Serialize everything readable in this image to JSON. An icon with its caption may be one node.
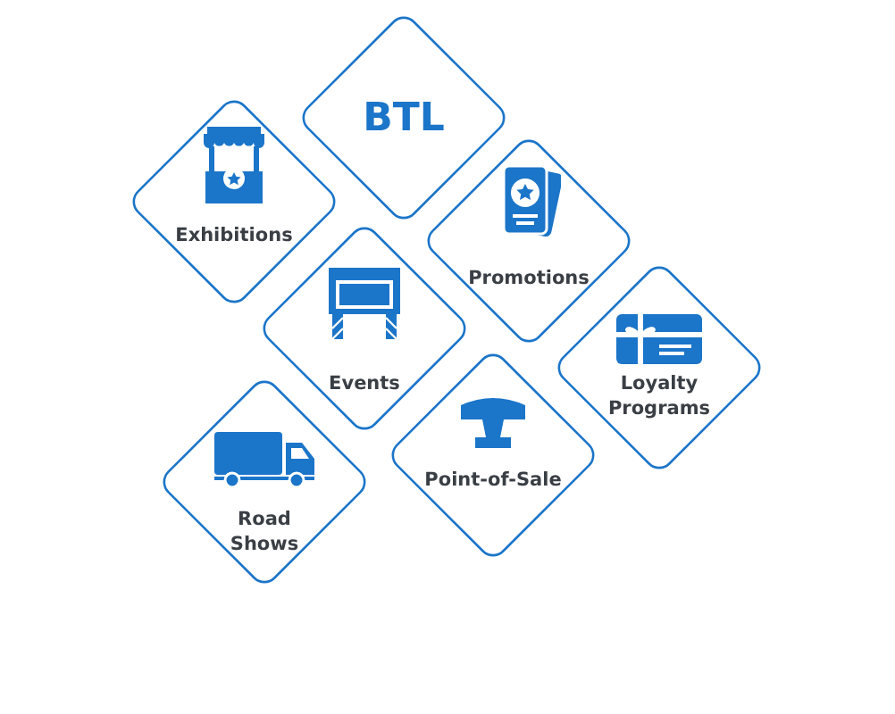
{
  "diagram": {
    "nodes": [
      {
        "text": [
          "BTL"
        ]
      },
      {
        "text": [
          "Exhibitions"
        ]
      },
      {
        "text": [
          "Promotions"
        ]
      },
      {
        "text": [
          "Events"
        ]
      },
      {
        "text": [
          "Loyalty Programs"
        ]
      },
      {
        "text": [
          "Point-of-Sale"
        ]
      },
      {
        "text": [
          "Road Shows"
        ]
      }
    ],
    "edges": []
  }
}
